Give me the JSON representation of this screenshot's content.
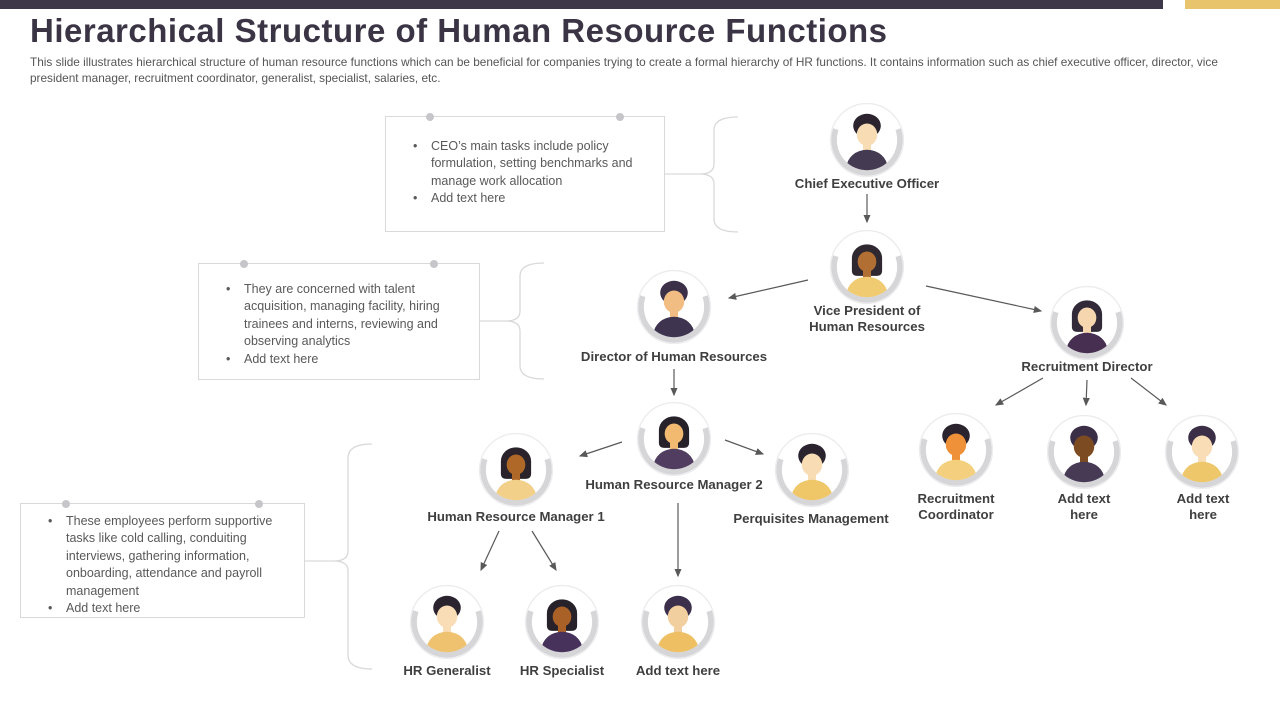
{
  "slide": {
    "title": "Hierarchical Structure of Human Resource Functions",
    "description": "This slide illustrates hierarchical structure of human resource functions which can be beneficial for companies trying to create a formal hierarchy of HR functions. It contains information such as chief executive officer, director, vice president manager, recruitment coordinator, generalist, specialist, salaries, etc.",
    "topbar_color": "#3e3649",
    "accent_tab_color": "#e8c56d"
  },
  "callouts": [
    {
      "id": "ceo-tasks",
      "bullets": [
        "CEO’s main tasks include policy formulation, setting benchmarks and manage work allocation",
        "Add text here"
      ]
    },
    {
      "id": "director-duties",
      "bullets": [
        "They are concerned with talent acquisition, managing facility, hiring trainees and interns, reviewing and observing analytics",
        "Add text here"
      ]
    },
    {
      "id": "support-staff",
      "bullets": [
        "These employees perform supportive tasks like cold calling, conduiting interviews, gathering information, onboarding, attendance and payroll management",
        "Add text here"
      ]
    }
  ],
  "org": {
    "nodes": [
      {
        "id": "ceo",
        "label": "Chief Executive Officer",
        "avatar": {
          "style": "short",
          "hair": "#2b242e",
          "skin": "#f7dcb4",
          "shirt": "#443a52"
        }
      },
      {
        "id": "vp",
        "label": "Vice President of\nHuman Resources",
        "avatar": {
          "style": "bob",
          "hair": "#2f2830",
          "skin": "#b26f33",
          "shirt": "#f0cb72"
        }
      },
      {
        "id": "director",
        "label": "Director of Human Resources",
        "avatar": {
          "style": "short",
          "hair": "#3b3048",
          "skin": "#f2bd82",
          "shirt": "#3e3450"
        }
      },
      {
        "id": "recruitment-director",
        "label": "Recruitment Director",
        "avatar": {
          "style": "bob",
          "hair": "#322a38",
          "skin": "#f6d6ae",
          "shirt": "#472f52"
        }
      },
      {
        "id": "hr-manager-1",
        "label": "Human Resource Manager 1",
        "avatar": {
          "style": "bob",
          "hair": "#2a232b",
          "skin": "#b06829",
          "shirt": "#f2d089"
        }
      },
      {
        "id": "hr-manager-2",
        "label": "Human Resource Manager 2",
        "avatar": {
          "style": "bob",
          "hair": "#27212a",
          "skin": "#f2ba70",
          "shirt": "#503d60"
        }
      },
      {
        "id": "perquisites-management",
        "label": "Perquisites Management",
        "avatar": {
          "style": "short",
          "hair": "#2b242e",
          "skin": "#f8dcb4",
          "shirt": "#efc768"
        }
      },
      {
        "id": "recruitment-coordinator",
        "label": "Recruitment\nCoordinator",
        "avatar": {
          "style": "short",
          "hair": "#2b242e",
          "skin": "#ef9138",
          "shirt": "#f4d07e"
        }
      },
      {
        "id": "add-text-mid",
        "label": "Add text\nhere",
        "avatar": {
          "style": "short",
          "hair": "#3a2f47",
          "skin": "#7d4b22",
          "shirt": "#473a55"
        }
      },
      {
        "id": "add-text-right",
        "label": "Add text\nhere",
        "avatar": {
          "style": "short",
          "hair": "#3a2f47",
          "skin": "#f8ddb6",
          "shirt": "#eec76a"
        }
      },
      {
        "id": "hr-generalist",
        "label": "HR Generalist",
        "avatar": {
          "style": "short",
          "hair": "#2b242e",
          "skin": "#f8ddb6",
          "shirt": "#efc26f"
        }
      },
      {
        "id": "hr-specialist",
        "label": "HR Specialist",
        "avatar": {
          "style": "bob",
          "hair": "#27212a",
          "skin": "#a96128",
          "shirt": "#46325a"
        }
      },
      {
        "id": "add-text-bottom",
        "label": "Add text here",
        "avatar": {
          "style": "short",
          "hair": "#3c2f4b",
          "skin": "#f2cf9f",
          "shirt": "#eec063"
        }
      }
    ]
  },
  "colors": {
    "connector": "#595959",
    "brace": "#d9d9d9",
    "node_label": "#3f3f3f",
    "body_text": "#595959",
    "title": "#3a3444"
  }
}
